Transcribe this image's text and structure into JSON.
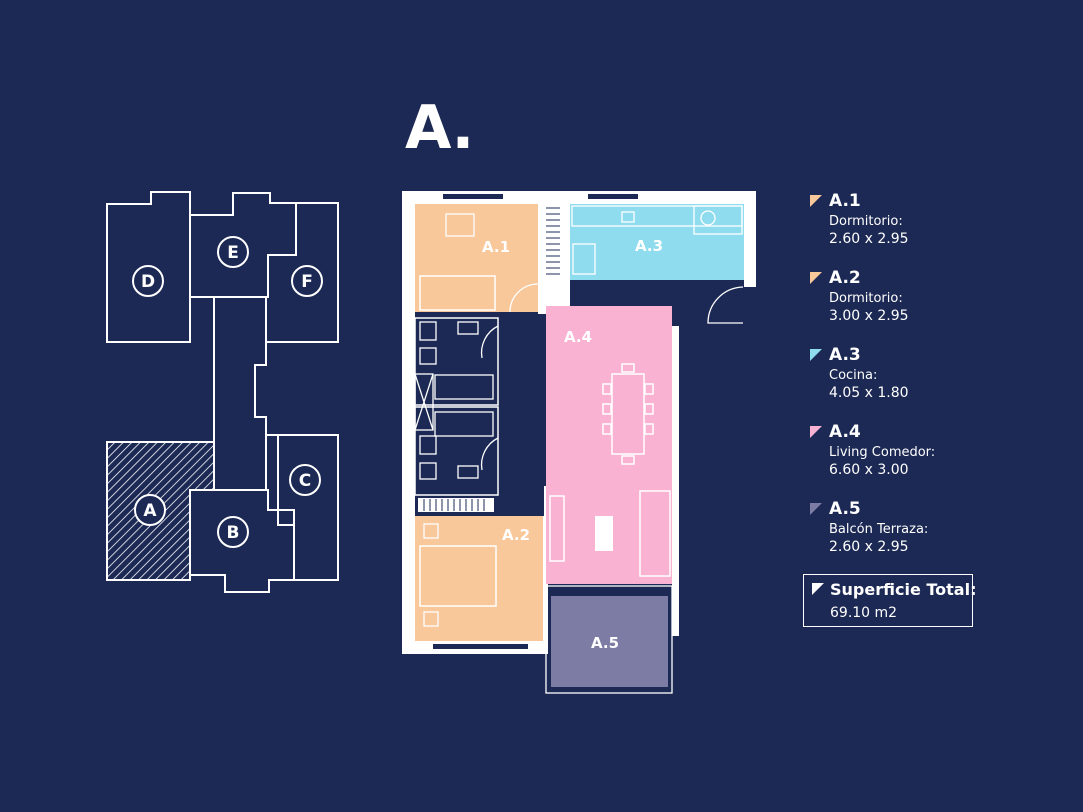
{
  "unit_title": "A.",
  "key_plan": {
    "units": [
      {
        "id": "unit-d",
        "label": "D"
      },
      {
        "id": "unit-e",
        "label": "E"
      },
      {
        "id": "unit-f",
        "label": "F"
      },
      {
        "id": "unit-a",
        "label": "A",
        "highlighted": true
      },
      {
        "id": "unit-b",
        "label": "B"
      },
      {
        "id": "unit-c",
        "label": "C"
      }
    ]
  },
  "rooms": [
    {
      "code": "A.1",
      "label": "Dormitorio:",
      "dims": "2.60 x 2.95",
      "color": "#f8c79a"
    },
    {
      "code": "A.2",
      "label": "Dormitorio:",
      "dims": "3.00 x 2.95",
      "color": "#f8c79a"
    },
    {
      "code": "A.3",
      "label": "Cocina:",
      "dims": "4.05 x 1.80",
      "color": "#8fdcef"
    },
    {
      "code": "A.4",
      "label": "Living Comedor:",
      "dims": "6.60 x 3.00",
      "color": "#f9b2d2"
    },
    {
      "code": "A.5",
      "label": "Balcón Terraza:",
      "dims": "2.60 x 2.95",
      "color": "#7d7ca4"
    }
  ],
  "total": {
    "label": "Superficie Total:",
    "value": "69.10 m2"
  },
  "colors": {
    "background": "#1c2954",
    "line": "#ffffff",
    "wall": "#ffffff"
  }
}
